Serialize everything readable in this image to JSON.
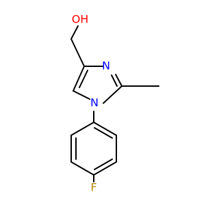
{
  "molecule": {
    "atoms": {
      "oxygen": {
        "text": "OH"
      },
      "n3": {
        "text": "N"
      },
      "n1": {
        "text": "N"
      },
      "fluorine": {
        "text": "F"
      }
    },
    "bond_orders": {
      "c4_c5": 2,
      "c2_n3": 2,
      "ring_c1_c2": 2,
      "ring_c3_c4": 2,
      "ring_c5_c6": 2
    }
  },
  "colors": {
    "bond": "#000000",
    "oxygen": "#ff0000",
    "nitrogen": "#0000ff",
    "fluorine": "#b8860b"
  }
}
